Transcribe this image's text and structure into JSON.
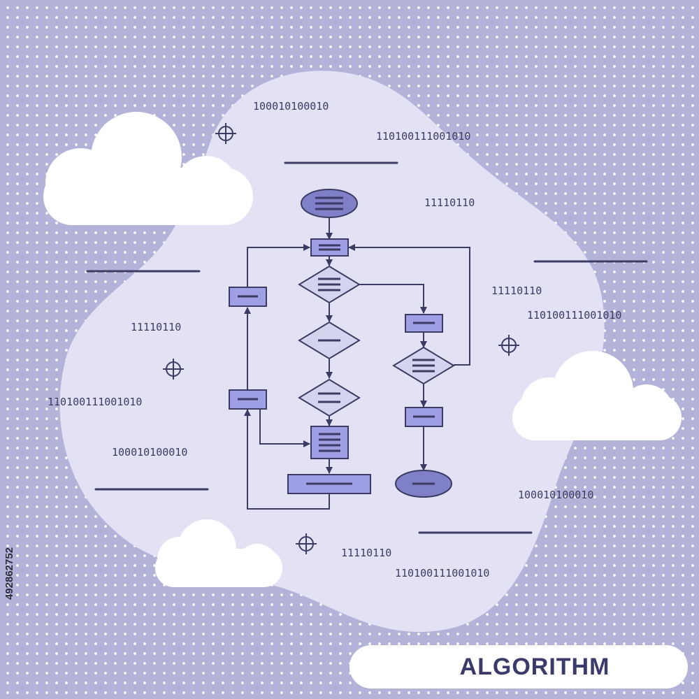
{
  "title": "ALGORITHM",
  "stock_id": "492862752",
  "binary_labels": [
    "100010100010",
    "110100111001010",
    "11110110",
    "11110110",
    "110100111001010",
    "11110110",
    "110100111001010",
    "100010100010",
    "100010100010",
    "11110110",
    "110100111001010"
  ],
  "colors": {
    "background": "#b3b3d9",
    "blob": "#e2e2f4",
    "node_fill": "#9f9fe6",
    "decision_fill": "#d4d4ee",
    "terminal_fill": "#8080c8",
    "stroke": "#3b3b63"
  },
  "icons": [
    "cloud-icon",
    "crosshair-icon",
    "arrow-head-icon"
  ]
}
